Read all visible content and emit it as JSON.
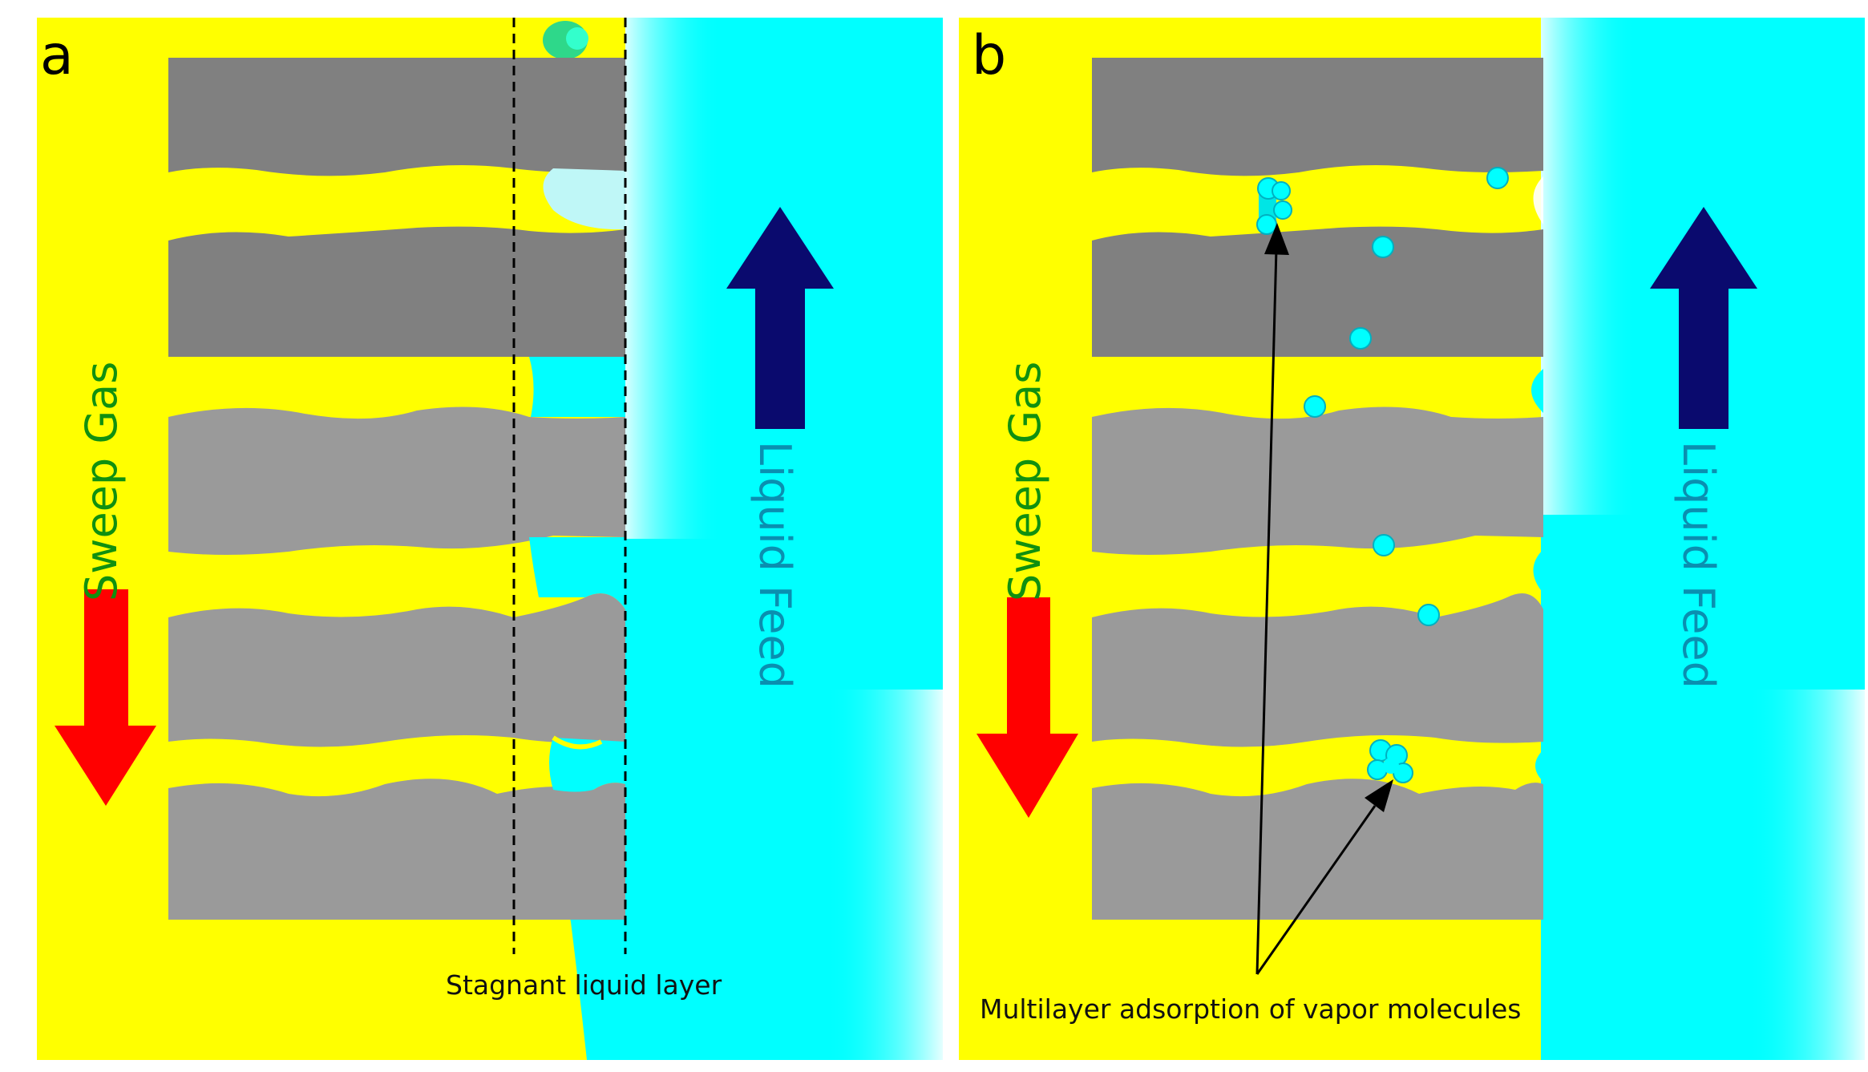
{
  "panels": {
    "a": {
      "label": "a",
      "sweep_gas_label": "Sweep Gas",
      "liquid_feed_label": "Liquid Feed",
      "annotation": "Stagnant liquid layer"
    },
    "b": {
      "label": "b",
      "sweep_gas_label": "Sweep Gas",
      "liquid_feed_label": "Liquid Feed",
      "annotation": "Multilayer adsorption of vapor molecules"
    }
  },
  "colors": {
    "gas_side": "#ffff00",
    "liquid": "#00ffff",
    "membrane_dark": "#808080",
    "membrane_light": "#9a9a9a",
    "sweep_arrow": "#ff0000",
    "feed_arrow": "#0a0a6e",
    "sweep_text": "#109010",
    "feed_text": "#0a8fb0"
  }
}
